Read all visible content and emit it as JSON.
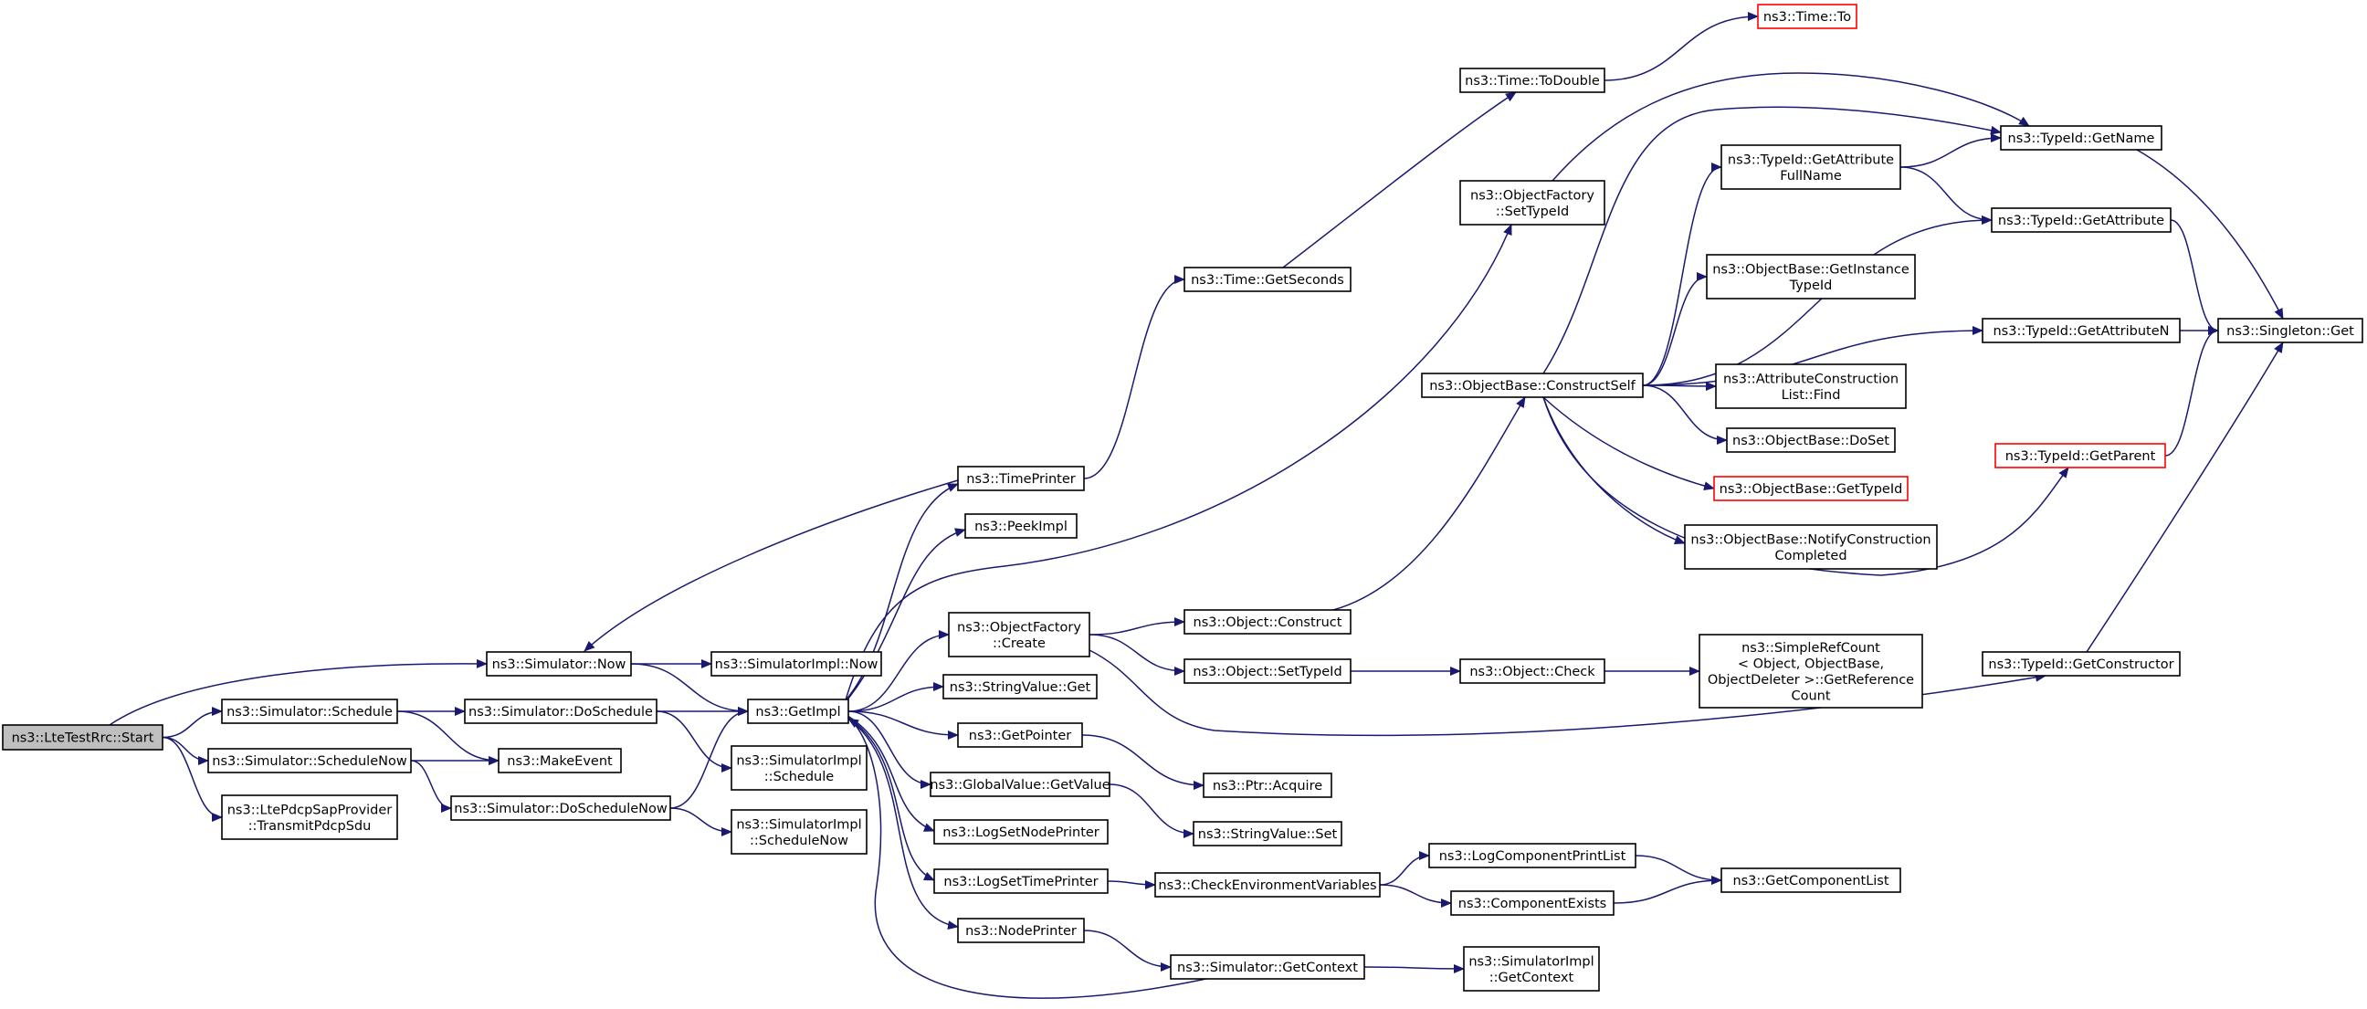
{
  "colors": {
    "edge": "#191970",
    "border": "#000000",
    "missing_border": "#ff0000",
    "root_fill": "#bfbfbf"
  },
  "nodes": {
    "lte_start": [
      "ns3::LteTestRrc::Start"
    ],
    "sim_now": [
      "ns3::Simulator::Now"
    ],
    "sim_schedule": [
      "ns3::Simulator::Schedule"
    ],
    "sim_schedulenow": [
      "ns3::Simulator::ScheduleNow"
    ],
    "pdcp": [
      "ns3::LtePdcpSapProvider",
      "::TransmitPdcpSdu"
    ],
    "simimpl_now": [
      "ns3::SimulatorImpl::Now"
    ],
    "sim_doschedule": [
      "ns3::Simulator::DoSchedule"
    ],
    "makeevent": [
      "ns3::MakeEvent"
    ],
    "sim_doschedulenow": [
      "ns3::Simulator::DoScheduleNow"
    ],
    "getimpl": [
      "ns3::GetImpl"
    ],
    "simimpl_schedule": [
      "ns3::SimulatorImpl",
      "::Schedule"
    ],
    "simimpl_schedulenow": [
      "ns3::SimulatorImpl",
      "::ScheduleNow"
    ],
    "timeprinter": [
      "ns3::TimePrinter"
    ],
    "peekimpl": [
      "ns3::PeekImpl"
    ],
    "of_create": [
      "ns3::ObjectFactory",
      "::Create"
    ],
    "sv_get": [
      "ns3::StringValue::Get"
    ],
    "getpointer": [
      "ns3::GetPointer"
    ],
    "gv_getvalue": [
      "ns3::GlobalValue::GetValue"
    ],
    "logsetnodeprinter": [
      "ns3::LogSetNodePrinter"
    ],
    "logsettimeprinter": [
      "ns3::LogSetTimePrinter"
    ],
    "nodeprinter": [
      "ns3::NodePrinter"
    ],
    "time_getseconds": [
      "ns3::Time::GetSeconds"
    ],
    "obj_construct": [
      "ns3::Object::Construct"
    ],
    "obj_settypeid": [
      "ns3::Object::SetTypeId"
    ],
    "ptr_acquire": [
      "ns3::Ptr::Acquire"
    ],
    "sv_set": [
      "ns3::StringValue::Set"
    ],
    "checkenv": [
      "ns3::CheckEnvironmentVariables"
    ],
    "sim_getcontext": [
      "ns3::Simulator::GetContext"
    ],
    "time_todouble": [
      "ns3::Time::ToDouble"
    ],
    "of_settypeid": [
      "ns3::ObjectFactory",
      "::SetTypeId"
    ],
    "ob_constructself": [
      "ns3::ObjectBase::ConstructSelf"
    ],
    "obj_check": [
      "ns3::Object::Check"
    ],
    "logcompprintlist": [
      "ns3::LogComponentPrintList"
    ],
    "compexists": [
      "ns3::ComponentExists"
    ],
    "simimpl_getcontext": [
      "ns3::SimulatorImpl",
      "::GetContext"
    ],
    "time_to": [
      "ns3::Time::To"
    ],
    "tid_getattrfullname": [
      "ns3::TypeId::GetAttribute",
      "FullName"
    ],
    "ob_getinstancetypeid": [
      "ns3::ObjectBase::GetInstance",
      "TypeId"
    ],
    "attrconslist_find": [
      "ns3::AttributeConstruction",
      "List::Find"
    ],
    "ob_doset": [
      "ns3::ObjectBase::DoSet"
    ],
    "ob_gettypeid": [
      "ns3::ObjectBase::GetTypeId"
    ],
    "ob_notify": [
      "ns3::ObjectBase::NotifyConstruction",
      "Completed"
    ],
    "simplerefcount": [
      "ns3::SimpleRefCount",
      "< Object, ObjectBase,",
      " ObjectDeleter >::GetReference",
      "Count"
    ],
    "getcomplist": [
      "ns3::GetComponentList"
    ],
    "tid_getname": [
      "ns3::TypeId::GetName"
    ],
    "tid_getattribute": [
      "ns3::TypeId::GetAttribute"
    ],
    "tid_getattributen": [
      "ns3::TypeId::GetAttributeN"
    ],
    "tid_getparent": [
      "ns3::TypeId::GetParent"
    ],
    "tid_getconstructor": [
      "ns3::TypeId::GetConstructor"
    ],
    "singleton_get": [
      "ns3::Singleton::Get"
    ]
  },
  "edges": [
    [
      "lte_start",
      "sim_now"
    ],
    [
      "lte_start",
      "sim_schedule"
    ],
    [
      "lte_start",
      "sim_schedulenow"
    ],
    [
      "lte_start",
      "pdcp"
    ],
    [
      "sim_now",
      "simimpl_now"
    ],
    [
      "sim_now",
      "getimpl"
    ],
    [
      "sim_schedule",
      "sim_doschedule"
    ],
    [
      "sim_schedule",
      "makeevent"
    ],
    [
      "sim_schedulenow",
      "makeevent"
    ],
    [
      "sim_schedulenow",
      "sim_doschedulenow"
    ],
    [
      "sim_doschedule",
      "getimpl"
    ],
    [
      "sim_doschedule",
      "simimpl_schedule"
    ],
    [
      "sim_doschedulenow",
      "getimpl"
    ],
    [
      "sim_doschedulenow",
      "simimpl_schedulenow"
    ],
    [
      "getimpl",
      "timeprinter"
    ],
    [
      "getimpl",
      "peekimpl"
    ],
    [
      "getimpl",
      "of_create"
    ],
    [
      "getimpl",
      "sv_get"
    ],
    [
      "getimpl",
      "getpointer"
    ],
    [
      "getimpl",
      "gv_getvalue"
    ],
    [
      "getimpl",
      "logsetnodeprinter"
    ],
    [
      "getimpl",
      "logsettimeprinter"
    ],
    [
      "getimpl",
      "nodeprinter"
    ],
    [
      "getimpl",
      "of_settypeid"
    ],
    [
      "timeprinter",
      "sim_now"
    ],
    [
      "timeprinter",
      "time_getseconds"
    ],
    [
      "of_create",
      "obj_construct"
    ],
    [
      "of_create",
      "obj_settypeid"
    ],
    [
      "of_create",
      "tid_getconstructor"
    ],
    [
      "getpointer",
      "ptr_acquire"
    ],
    [
      "gv_getvalue",
      "sv_set"
    ],
    [
      "logsettimeprinter",
      "checkenv"
    ],
    [
      "nodeprinter",
      "sim_getcontext"
    ],
    [
      "sim_getcontext",
      "getimpl"
    ],
    [
      "sim_getcontext",
      "simimpl_getcontext"
    ],
    [
      "time_getseconds",
      "time_todouble"
    ],
    [
      "time_todouble",
      "time_to"
    ],
    [
      "obj_construct",
      "ob_constructself"
    ],
    [
      "obj_settypeid",
      "obj_check"
    ],
    [
      "obj_check",
      "simplerefcount"
    ],
    [
      "checkenv",
      "logcompprintlist"
    ],
    [
      "checkenv",
      "compexists"
    ],
    [
      "logcompprintlist",
      "getcomplist"
    ],
    [
      "compexists",
      "getcomplist"
    ],
    [
      "of_settypeid",
      "tid_getname"
    ],
    [
      "ob_constructself",
      "tid_getattrfullname"
    ],
    [
      "ob_constructself",
      "ob_getinstancetypeid"
    ],
    [
      "ob_constructself",
      "attrconslist_find"
    ],
    [
      "ob_constructself",
      "ob_doset"
    ],
    [
      "ob_constructself",
      "ob_gettypeid"
    ],
    [
      "ob_constructself",
      "ob_notify"
    ],
    [
      "ob_constructself",
      "tid_getattributen"
    ],
    [
      "ob_constructself",
      "tid_getname"
    ],
    [
      "ob_constructself",
      "tid_getattribute"
    ],
    [
      "ob_constructself",
      "tid_getparent"
    ],
    [
      "tid_getattrfullname",
      "tid_getname"
    ],
    [
      "tid_getattrfullname",
      "tid_getattribute"
    ],
    [
      "tid_getname",
      "singleton_get"
    ],
    [
      "tid_getattribute",
      "singleton_get"
    ],
    [
      "tid_getattributen",
      "singleton_get"
    ],
    [
      "tid_getparent",
      "singleton_get"
    ],
    [
      "tid_getconstructor",
      "singleton_get"
    ]
  ]
}
